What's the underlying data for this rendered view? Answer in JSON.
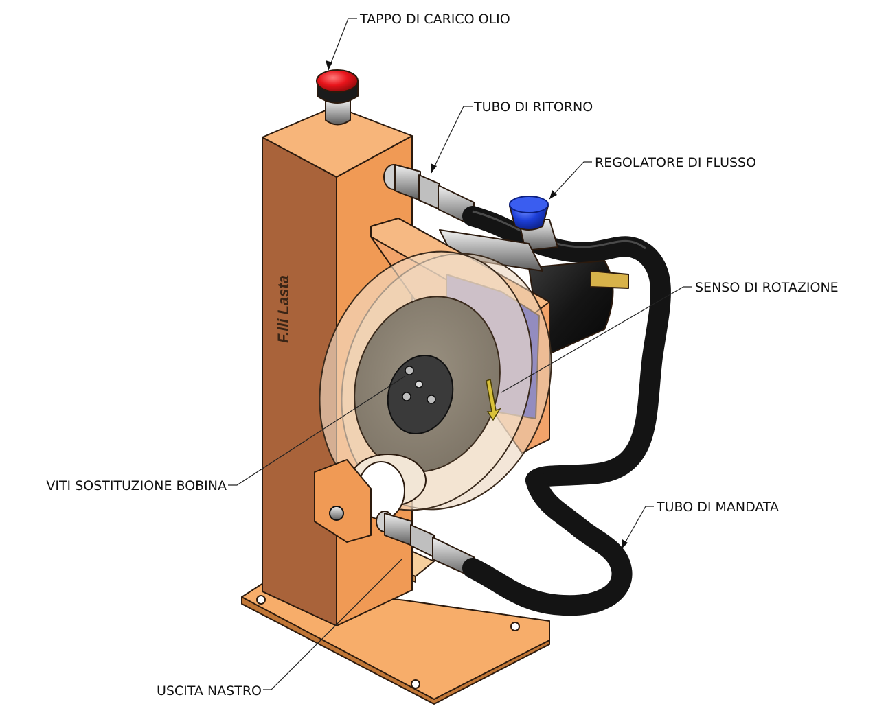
{
  "brand_text": "F.lli Lasta",
  "labels": {
    "fill_cap": "TAPPO DI CARICO OLIO",
    "return_hose": "TUBO DI RITORNO",
    "flow_regulator": "REGOLATORE DI FLUSSO",
    "rotation": "SENSO DI ROTAZIONE",
    "reel_screws": "VITI SOSTITUZIONE BOBINA",
    "delivery_hose": "TUBO DI MANDATA",
    "tape_exit": "USCITA NASTRO"
  },
  "colors": {
    "body_front": "#f09a55",
    "body_side": "#a9633a",
    "body_top": "#f7b57a",
    "base_plate": "#f7ad6a",
    "cap_red": "#e8141b",
    "knob_blue": "#1d3fd8",
    "motor_blue": "#2a38c8",
    "hose": "#141414"
  }
}
